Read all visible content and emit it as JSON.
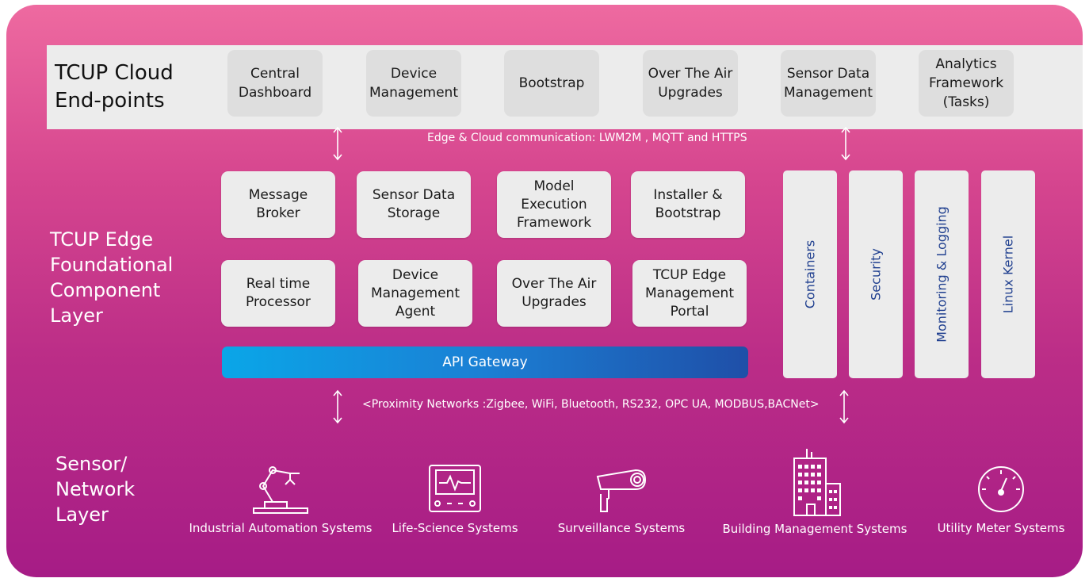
{
  "colors": {
    "panel_top": "#ee6aa0",
    "panel_bottom": "#a61c86",
    "box_fill": "#ececec",
    "vertical_text": "#1f3f8f",
    "api_gateway_start": "#0aa6e8",
    "api_gateway_end": "#1f4fa8"
  },
  "cloud_layer": {
    "title": "TCUP Cloud\nEnd-points",
    "boxes": [
      "Central\nDashboard",
      "Device\nManagement",
      "Bootstrap",
      "Over The Air\nUpgrades",
      "Sensor Data\nManagement",
      "Analytics\nFramework\n(Tasks)"
    ]
  },
  "cloud_comm_text": "Edge & Cloud communication: LWM2M , MQTT and HTTPS",
  "edge_layer": {
    "title": "TCUP Edge\nFoundational\nComponent\nLayer",
    "row1": [
      "Message\nBroker",
      "Sensor Data\nStorage",
      "Model\nExecution\nFramework",
      "Installer &\nBootstrap"
    ],
    "row2": [
      "Real time\nProcessor",
      "Device\nManagement\nAgent",
      "Over The Air\nUpgrades",
      "TCUP Edge\nManagement\nPortal"
    ],
    "api_gateway": "API Gateway",
    "vertical": [
      "Containers",
      "Security",
      "Monitoring & Logging",
      "Linux Kernel"
    ]
  },
  "proximity_text": "<Proximity Networks :Zigbee, WiFi, Bluetooth, RS232, OPC UA, MODBUS,BACNet>",
  "sensor_layer": {
    "title": "Sensor/\nNetwork\nLayer",
    "systems": [
      {
        "label": "Industrial Automation Systems",
        "icon": "robot-arm-icon"
      },
      {
        "label": "Life-Science Systems",
        "icon": "ecg-monitor-icon"
      },
      {
        "label": "Surveillance Systems",
        "icon": "cctv-camera-icon"
      },
      {
        "label": "Building Management Systems",
        "icon": "building-icon"
      },
      {
        "label": "Utility Meter Systems",
        "icon": "meter-gauge-icon"
      }
    ]
  }
}
